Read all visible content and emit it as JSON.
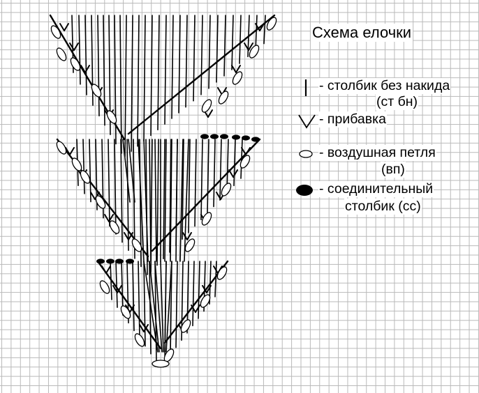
{
  "title": "Схема елочки",
  "legend": [
    {
      "symbol": "single-crochet-icon",
      "line1": "- столбик без накида",
      "line2": "(ст бн)"
    },
    {
      "symbol": "increase-v-icon",
      "line1": "- прибавка",
      "line2": ""
    },
    {
      "symbol": "chain-stitch-icon",
      "line1": "- воздушная петля",
      "line2": "(вп)"
    },
    {
      "symbol": "slip-stitch-icon",
      "line1": "- соединительный",
      "line2": "столбик (сс)"
    }
  ],
  "colors": {
    "grid": "#b9b9b9",
    "ink": "#000000",
    "background": "#ffffff"
  }
}
